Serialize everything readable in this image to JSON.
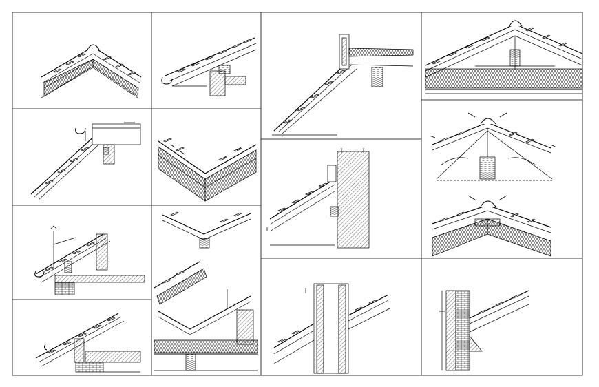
{
  "sheet": {
    "line_color": "#000000",
    "background": "#ffffff",
    "labels": {
      "eave_flashing_note": "",
      "ridge_note": ""
    }
  },
  "panels": [
    {
      "id": "ridge-section-small"
    },
    {
      "id": "eave-gutter-detail"
    },
    {
      "id": "verge-parapet-detail"
    },
    {
      "id": "ridge-with-king-post"
    },
    {
      "id": "eave-gutter-wall-detail"
    },
    {
      "id": "valley-section"
    },
    {
      "id": "vented-ridge-detail"
    },
    {
      "id": "parapet-wall-abutment"
    },
    {
      "id": "dry-ridge-detail"
    },
    {
      "id": "eave-with-snow-guard"
    },
    {
      "id": "valley-and-ridge-variants"
    },
    {
      "id": "chimney-penetration"
    },
    {
      "id": "wall-abutment-brick"
    },
    {
      "id": "eave-overhang-detail"
    }
  ]
}
